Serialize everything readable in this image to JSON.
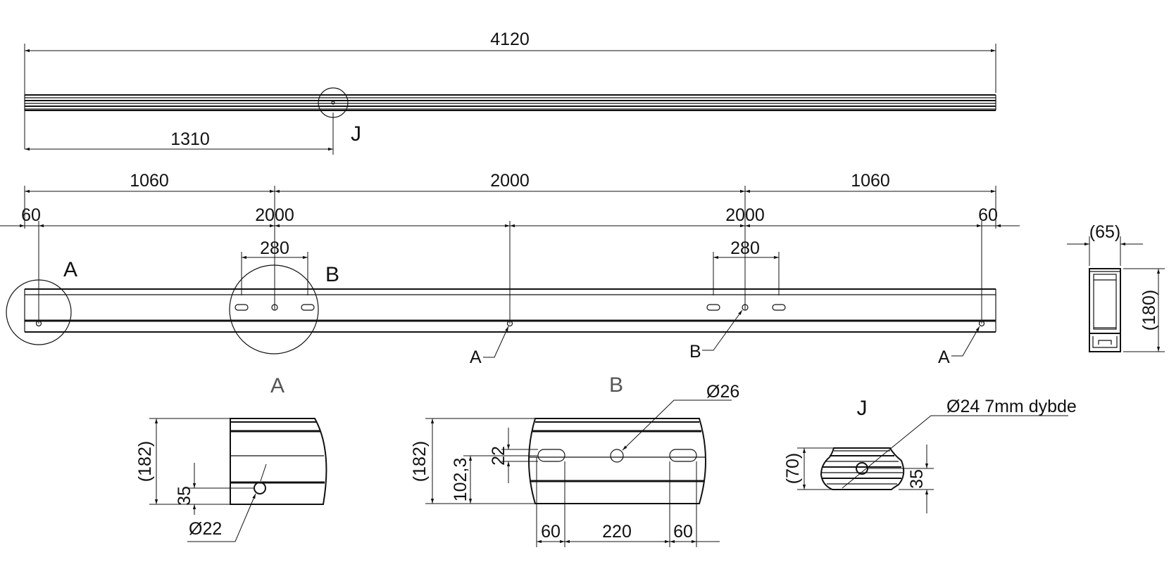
{
  "drawing": {
    "top_view": {
      "overall_length": "4120",
      "j_offset": "1310",
      "j_label": "J"
    },
    "front_view": {
      "span_left": "1060",
      "span_middle": "2000",
      "span_right": "1060",
      "edge_left": "60",
      "pitch_left": "2000",
      "pitch_right": "2000",
      "edge_right": "60",
      "slot_spacing_left": "280",
      "slot_spacing_right": "280",
      "detail_a_label": "A",
      "detail_b_label": "B",
      "callout_a": "A",
      "callout_b": "B"
    },
    "section": {
      "width": "(65)",
      "height": "(180)"
    },
    "detail_a": {
      "title": "A",
      "height": "(182)",
      "hole_offset": "35",
      "hole_dia": "Ø22"
    },
    "detail_b": {
      "title": "B",
      "height": "(182)",
      "hole_dia": "Ø26",
      "slot_width": "22",
      "slot_height": "102,3",
      "slot_edge_left": "60",
      "slot_spacing": "220",
      "slot_edge_right": "60"
    },
    "detail_j": {
      "title": "J",
      "hole_spec": "Ø24 7mm dybde",
      "height": "(70)",
      "hole_offset": "35"
    }
  }
}
